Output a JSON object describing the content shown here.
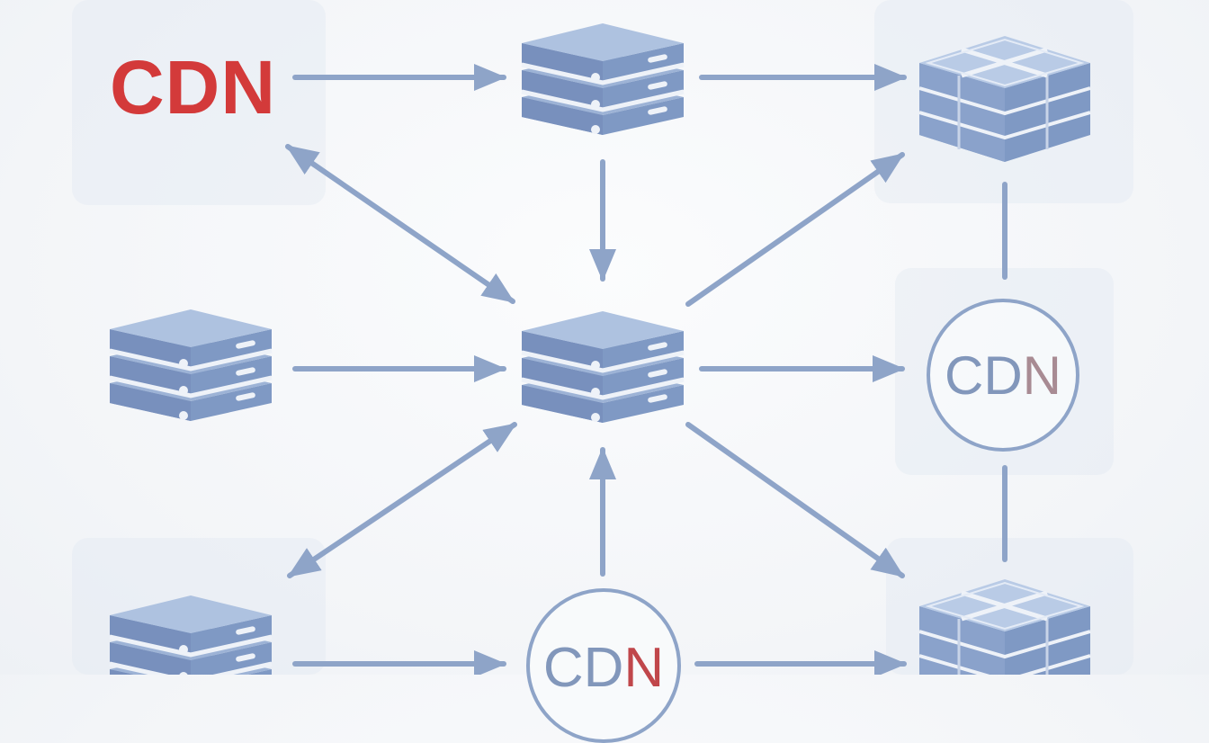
{
  "colors": {
    "title_text": "#d33a3a",
    "label_text": "#8297bb",
    "accent_letter": "#c0474b",
    "connector": "#8ea4c8",
    "server_top": "#a9bede",
    "server_side": "#7f99c4",
    "panel_bg": "#e2e8f2"
  },
  "title": {
    "label": "CDN"
  },
  "cdn_nodes": {
    "right": {
      "prefix": "CD",
      "suffix": "N"
    },
    "bottom": {
      "prefix": "CD",
      "suffix": "N"
    }
  },
  "icons": [
    "server-stack-icon",
    "storage-block-icon"
  ]
}
